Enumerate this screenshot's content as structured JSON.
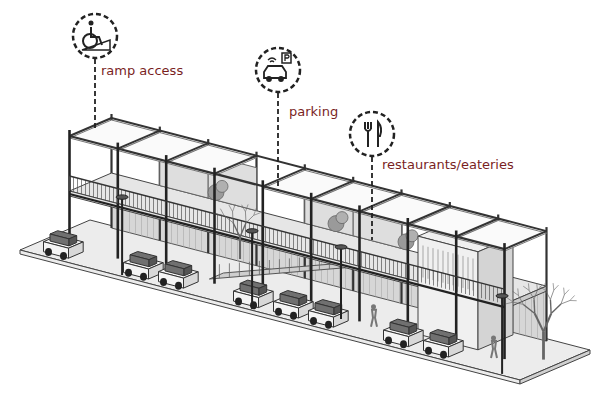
{
  "diagram": {
    "labels": [
      "ramp access",
      "parking",
      "restaurants/eateries"
    ]
  }
}
